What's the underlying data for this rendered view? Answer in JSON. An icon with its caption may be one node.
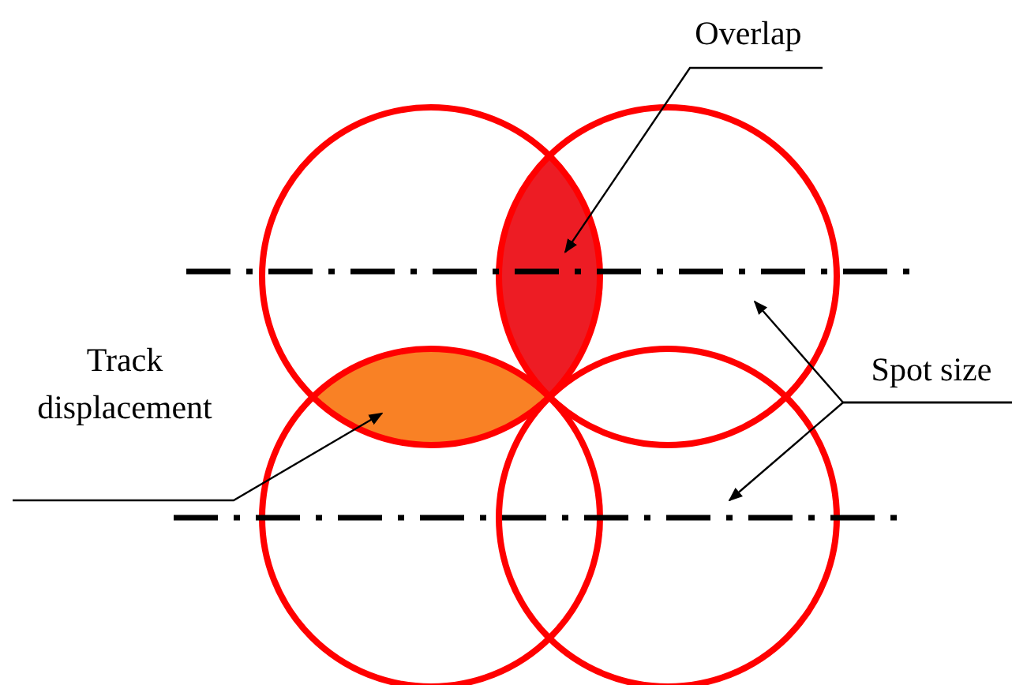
{
  "diagram": {
    "nodes": [
      {
        "text": [
          "Overlap"
        ]
      },
      {
        "text": [],
        "shape": "lens"
      },
      {
        "text": [
          "Spot size"
        ]
      },
      {
        "text": [
          "Track displacement"
        ]
      },
      {
        "text": [],
        "shape": "lens"
      }
    ],
    "edges": [
      {
        "from": 0,
        "to": 1,
        "arrow": "to"
      },
      {
        "from": 2,
        "to": null,
        "arrow": "to"
      },
      {
        "from": 2,
        "to": null,
        "arrow": "to"
      },
      {
        "from": 3,
        "to": 4,
        "arrow": "to"
      }
    ]
  }
}
